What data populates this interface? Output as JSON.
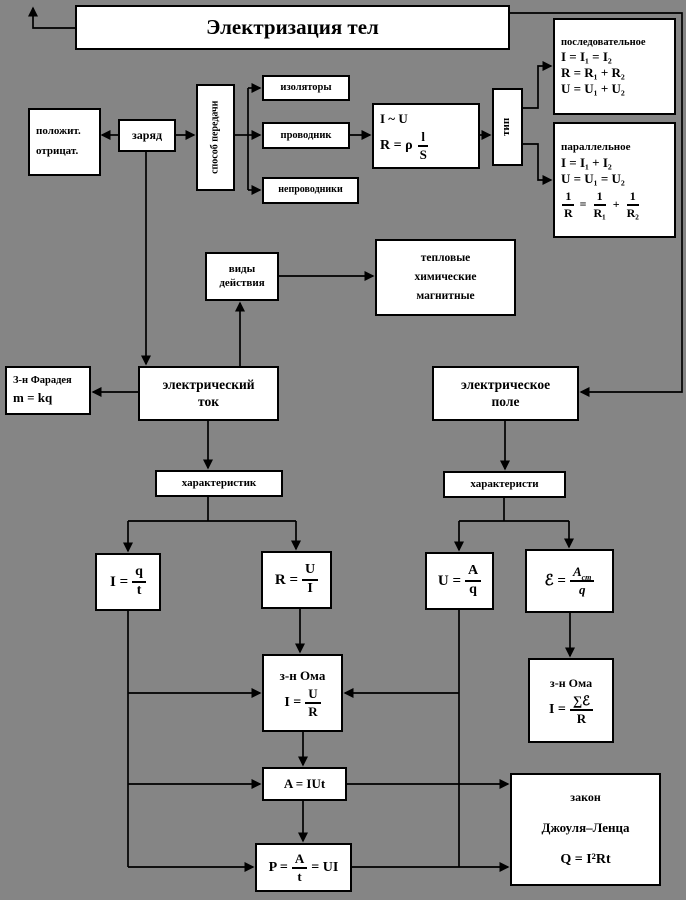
{
  "colors": {
    "background": "#858585",
    "box_fill": "#ffffff",
    "line": "#000000"
  },
  "title": "Электризация тел",
  "charge_sign": {
    "line1": "положит.",
    "line2": "отрицат."
  },
  "charge": "заряд",
  "transfer": "способ передачи",
  "materials": {
    "insulators": "изоляторы",
    "conductor": "проводник",
    "nonconductors": "непроводники"
  },
  "resistance_law": {
    "line1": "I ~ U",
    "lhs": "R = ρ",
    "num": "l",
    "den": "S"
  },
  "connection_type": "тип",
  "series": {
    "title": "последовательное",
    "l1": "I = I₁ = I₂",
    "l2": "R = R₁ + R₂",
    "l3": "U = U₁ + U₂"
  },
  "parallel": {
    "title": "параллельное",
    "l1": "I = I₁ + I₂",
    "l2": "U = U₁ = U₂",
    "f": {
      "n1": "1",
      "d1": "R",
      "eq": "=",
      "n2": "1",
      "d2": "R₁",
      "plus": "+",
      "n3": "1",
      "d3": "R₂"
    }
  },
  "actions": {
    "line1": "виды",
    "line2": "действия"
  },
  "action_types": [
    "тепловые",
    "химические",
    "магнитные"
  ],
  "faraday": {
    "title": "З-н Фарадея",
    "formula": "m = kq"
  },
  "current": {
    "line1": "электрический",
    "line2": "ток"
  },
  "field": {
    "line1": "электрическое",
    "line2": "поле"
  },
  "char_current": "характеристик",
  "char_field": "характеристи",
  "f_iqt": {
    "lhs": "I =",
    "num": "q",
    "den": "t"
  },
  "f_rui": {
    "lhs": "R =",
    "num": "U",
    "den": "I"
  },
  "f_uaq": {
    "lhs": "U =",
    "num": "A",
    "den": "q"
  },
  "f_emf": {
    "lhs": "ℰ =",
    "num": "A",
    "num_sub": "ст",
    "den": "q"
  },
  "ohm1": {
    "title": "з-н Ома",
    "lhs": "I =",
    "num": "U",
    "den": "R"
  },
  "ohm2": {
    "title": "з-н Ома",
    "lhs": "I =",
    "num": "∑ℰ",
    "den": "R"
  },
  "work": "A = IUt",
  "power": {
    "lhs": "P =",
    "num": "A",
    "den": "t",
    "rhs": "= UI"
  },
  "joule": {
    "line1": "закон",
    "line2": "Джоуля–Ленца",
    "formula": "Q = I²Rt"
  }
}
